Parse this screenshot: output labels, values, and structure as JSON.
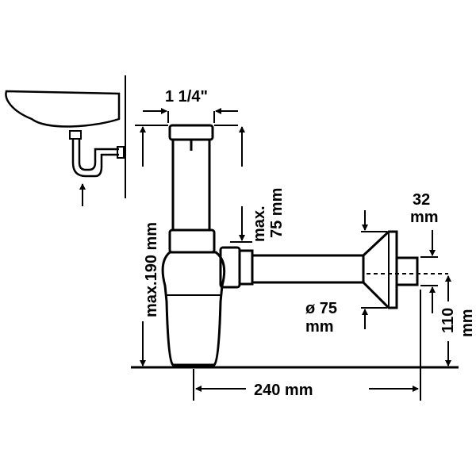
{
  "labels": {
    "thread": "1 1/4\"",
    "max75_a": "max.",
    "max75_b": "75 mm",
    "max190": "max.190 mm",
    "d32_a": "32",
    "d32_b": "mm",
    "d75_a": "ø 75",
    "d75_b": "mm",
    "h110_a": "110",
    "h110_b": "mm",
    "w240": "240 mm"
  }
}
